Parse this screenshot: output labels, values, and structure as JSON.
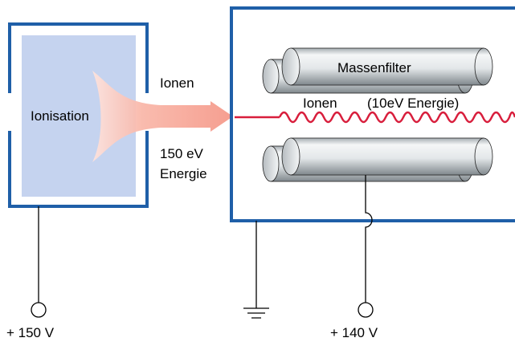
{
  "labels": {
    "ionisation": "Ionisation",
    "ions_top": "Ionen",
    "energy_value": "150 eV",
    "energy_word": "Energie",
    "mass_filter": "Massenfilter",
    "ions_inside": "Ionen",
    "ions_inside_energy": "(10eV Energie)",
    "voltage_source": "+ 150 V",
    "voltage_filter": "+ 140 V"
  },
  "colors": {
    "frame": "#1f5fa8",
    "ion_box": "#c5d3ef",
    "beam": "#f7a090",
    "ion_path": "#d81e3c",
    "rod_dark": "#8a9196",
    "rod_light": "#f2f4f5",
    "wire": "#000000"
  }
}
